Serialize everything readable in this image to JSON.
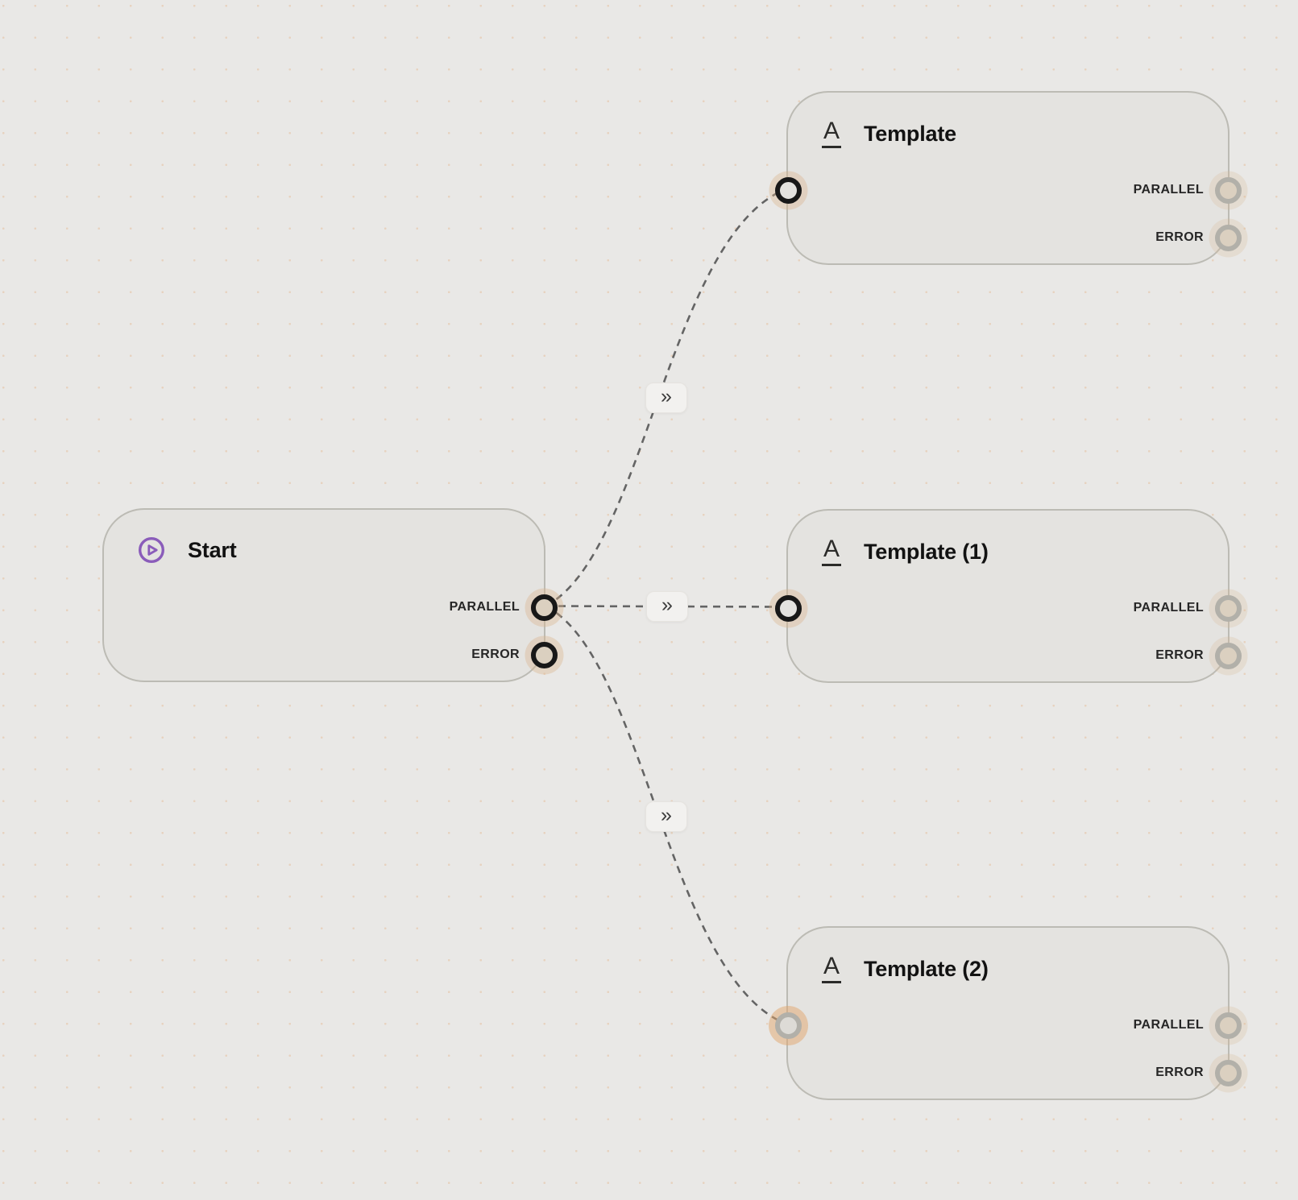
{
  "colors": {
    "canvas_background": "#e9e8e6",
    "grid_dot": "#e7d2bf",
    "node_background": "#e4e3e0",
    "node_border": "#bcbbb4",
    "edge": "#646464",
    "accent_purple": "#8a5cba",
    "port_ring_active": "#181818",
    "port_ring_idle": "#b2b0a9",
    "port_fill_tan": "#dbd0c0",
    "port_halo_tan": "#dfc39e",
    "title_text": "#121212",
    "port_label_text": "#262626"
  },
  "marker_glyph": "»",
  "icons": {
    "template_glyph": "A"
  },
  "nodes": [
    {
      "title": "Start",
      "icon": "play-circle-icon",
      "inputs": [],
      "outputs": [
        {
          "label": "PARALLEL",
          "connected": true
        },
        {
          "label": "ERROR",
          "connected": false
        }
      ]
    },
    {
      "title": "Template",
      "icon": "letter-a-underline-icon",
      "inputs": [
        {
          "connected": true
        }
      ],
      "outputs": [
        {
          "label": "PARALLEL",
          "connected": false
        },
        {
          "label": "ERROR",
          "connected": false
        }
      ]
    },
    {
      "title": "Template (1)",
      "icon": "letter-a-underline-icon",
      "inputs": [
        {
          "connected": true
        }
      ],
      "outputs": [
        {
          "label": "PARALLEL",
          "connected": false
        },
        {
          "label": "ERROR",
          "connected": false
        }
      ]
    },
    {
      "title": "Template (2)",
      "icon": "letter-a-underline-icon",
      "inputs": [
        {
          "connected": true,
          "highlighted": true
        }
      ],
      "outputs": [
        {
          "label": "PARALLEL",
          "connected": false
        },
        {
          "label": "ERROR",
          "connected": false
        }
      ]
    }
  ],
  "edges": [
    {
      "from": "Start:PARALLEL",
      "to": "Template:input"
    },
    {
      "from": "Start:PARALLEL",
      "to": "Template (1):input"
    },
    {
      "from": "Start:PARALLEL",
      "to": "Template (2):input"
    }
  ]
}
